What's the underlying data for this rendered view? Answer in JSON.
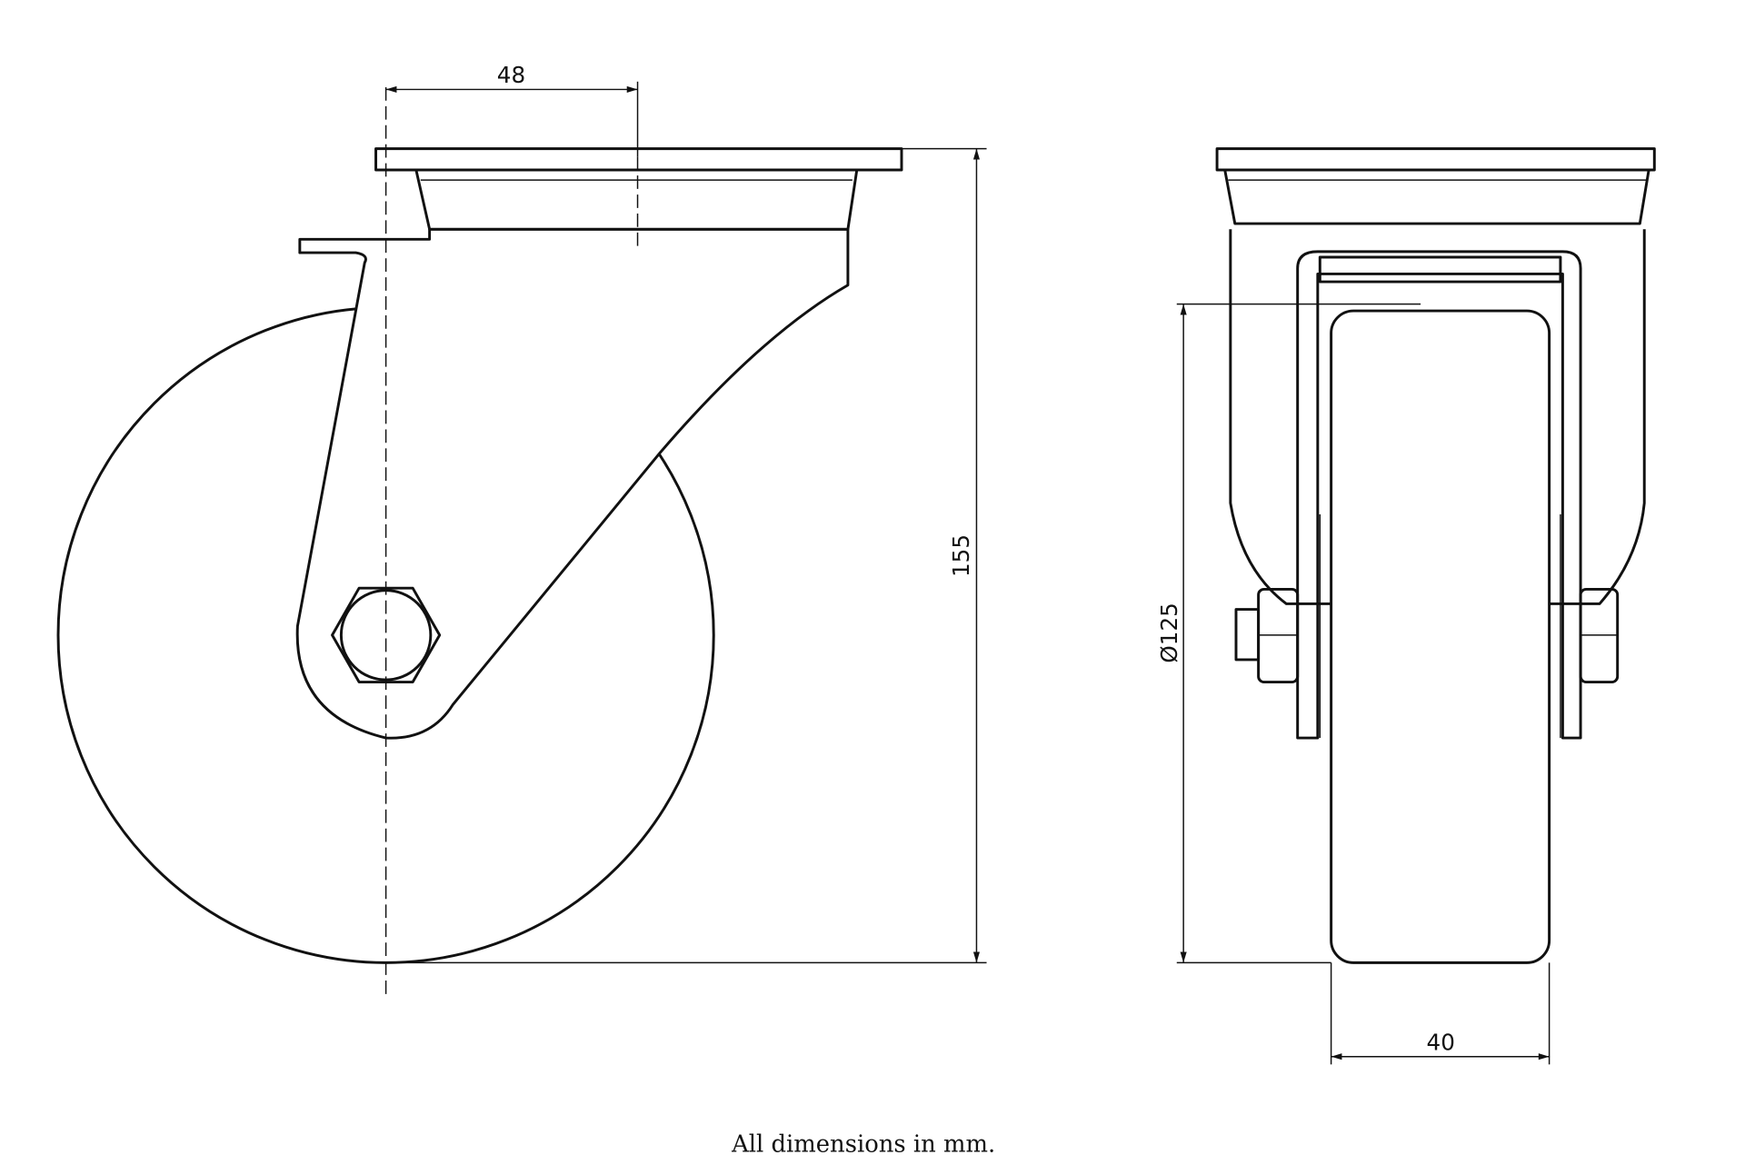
{
  "dimensions": {
    "offset": "48",
    "height": "155",
    "wheel_diameter": "Ø125",
    "wheel_width": "40"
  },
  "caption": "All dimensions in mm."
}
